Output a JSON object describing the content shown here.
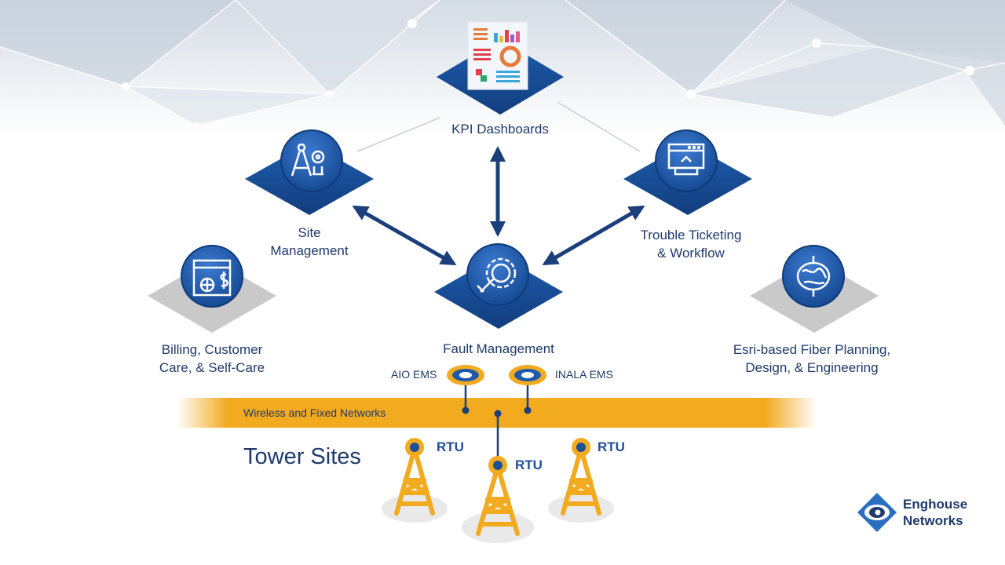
{
  "nodes": {
    "kpi": {
      "label": "KPI Dashboards"
    },
    "site": {
      "line1": "Site",
      "line2": "Management"
    },
    "trouble": {
      "line1": "Trouble Ticketing",
      "line2": "& Workflow"
    },
    "fault": {
      "label": "Fault Management"
    },
    "billing": {
      "line1": "Billing, Customer",
      "line2": "Care, & Self-Care"
    },
    "esri": {
      "line1": "Esri-based Fiber Planning,",
      "line2": "Design, & Engineering"
    }
  },
  "ems": {
    "left": "AIO EMS",
    "right": "INALA EMS"
  },
  "network_band": {
    "label": "Wireless and Fixed Networks"
  },
  "tower_sites": {
    "label": "Tower Sites"
  },
  "rtu": {
    "label": "RTU"
  },
  "brand": {
    "line1": "Enghouse",
    "line2": "Networks"
  },
  "colors": {
    "primary_blue": "#1e5aa8",
    "dark_blue": "#1f3a6b",
    "orange": "#f2aa1f",
    "inactive_gray": "#c9c9c9"
  },
  "icons": {
    "kpi": "report-chart-icon",
    "site": "compass-gear-icon",
    "trouble": "ticket-terminal-icon",
    "fault": "wrench-gear-icon",
    "billing": "web-billing-icon",
    "esri": "globe-map-icon"
  }
}
